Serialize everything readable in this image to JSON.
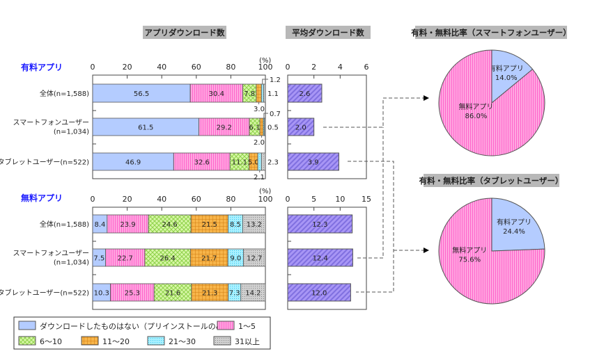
{
  "chart_data": {
    "type": "bar",
    "legend": {
      "placement": "bottom-left",
      "entries": [
        "ダウンロードしたものはない（プリインストールのみ）",
        "1～5",
        "6～10",
        "11～20",
        "21～30",
        "31以上"
      ],
      "colors": [
        "#b4ccff",
        "#ff8fd8",
        "#c8f08c",
        "#f5a833",
        "#8fe8ff",
        "#bdbdbd"
      ]
    },
    "download_count": {
      "title": "アプリダウンロード数",
      "unit": "(%)",
      "stacked": true,
      "xlim": [
        0,
        100
      ],
      "ticks": [
        "0",
        "20",
        "40",
        "60",
        "80",
        "100"
      ],
      "paid": {
        "label": "有料アプリ",
        "rows": [
          {
            "category": [
              "全体(n=1,588)"
            ],
            "values": [
              56.5,
              30.4,
              7.8,
              3.0,
              1.2,
              1.1
            ]
          },
          {
            "category": [
              "スマートフォンユーザー",
              "(n=1,034)"
            ],
            "values": [
              61.5,
              29.2,
              6.1,
              2.0,
              0.7,
              0.5
            ]
          },
          {
            "category": [
              "タブレットユーザー(n=522)"
            ],
            "values": [
              46.9,
              32.6,
              11.1,
              5.0,
              2.1,
              2.3
            ]
          }
        ]
      },
      "free": {
        "label": "無料アプリ",
        "rows": [
          {
            "category": [
              "全体(n=1,588)"
            ],
            "values": [
              8.4,
              23.9,
              24.6,
              21.5,
              8.5,
              13.2
            ]
          },
          {
            "category": [
              "スマートフォンユーザー",
              "(n=1,034)"
            ],
            "values": [
              7.5,
              22.7,
              26.4,
              21.7,
              9.0,
              12.7
            ]
          },
          {
            "category": [
              "タブレットユーザー(n=522)"
            ],
            "values": [
              10.3,
              25.3,
              21.6,
              21.3,
              7.3,
              14.2
            ]
          }
        ]
      }
    },
    "average": {
      "title": "平均ダウンロード数",
      "color": "#a08cf0",
      "paid": {
        "xlim": [
          0,
          6
        ],
        "ticks": [
          "0",
          "2",
          "4",
          "6"
        ],
        "values": [
          2.6,
          2.0,
          3.9
        ]
      },
      "free": {
        "xlim": [
          0,
          15
        ],
        "ticks": [
          "0",
          "5",
          "10",
          "15"
        ],
        "values": [
          12.3,
          12.4,
          12.0
        ]
      }
    },
    "pies": [
      {
        "type": "pie",
        "title": "有料・無料比率（スマートフォンユーザー）",
        "slices": [
          {
            "label": "有料アプリ",
            "value": 14.0,
            "display": "14.0%",
            "color": "#b4ccff"
          },
          {
            "label": "無料アプリ",
            "value": 86.0,
            "display": "86.0%",
            "color": "#ff8fd8"
          }
        ]
      },
      {
        "type": "pie",
        "title": "有料・無料比率（タブレットユーザー）",
        "slices": [
          {
            "label": "有料アプリ",
            "value": 24.4,
            "display": "24.4%",
            "color": "#b4ccff"
          },
          {
            "label": "無料アプリ",
            "value": 75.6,
            "display": "75.6%",
            "color": "#ff8fd8"
          }
        ]
      }
    ]
  }
}
